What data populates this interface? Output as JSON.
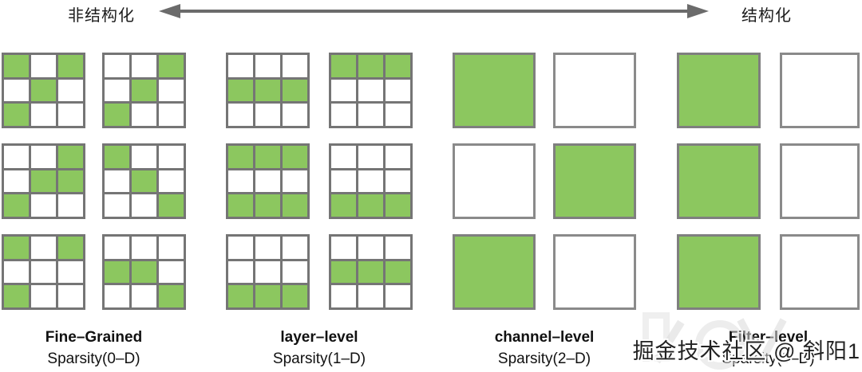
{
  "header": {
    "left_label": "非结构化",
    "right_label": "结构化"
  },
  "colors": {
    "green": "#8CC75F",
    "grid_line": "#757575",
    "solid_border": "#8a8a8a",
    "arrow": "#6b6b6b",
    "watermark_text": "#222222"
  },
  "groups": [
    {
      "name": "fine-grained",
      "label_line1": "Fine–Grained",
      "label_line2": "Sparsity(0–D)",
      "grid_style": "cells",
      "grids": [
        {
          "cells": [
            [
              1,
              0,
              1
            ],
            [
              0,
              1,
              0
            ],
            [
              1,
              0,
              0
            ]
          ]
        },
        {
          "cells": [
            [
              0,
              0,
              1
            ],
            [
              0,
              1,
              0
            ],
            [
              1,
              0,
              0
            ]
          ]
        },
        {
          "cells": [
            [
              0,
              0,
              1
            ],
            [
              0,
              1,
              1
            ],
            [
              1,
              0,
              0
            ]
          ]
        },
        {
          "cells": [
            [
              1,
              0,
              0
            ],
            [
              0,
              1,
              0
            ],
            [
              0,
              0,
              1
            ]
          ]
        },
        {
          "cells": [
            [
              1,
              0,
              1
            ],
            [
              0,
              0,
              0
            ],
            [
              1,
              0,
              0
            ]
          ]
        },
        {
          "cells": [
            [
              0,
              0,
              0
            ],
            [
              1,
              1,
              0
            ],
            [
              0,
              0,
              1
            ]
          ]
        }
      ]
    },
    {
      "name": "layer-level",
      "label_line1": "layer–level",
      "label_line2": "Sparsity(1–D)",
      "grid_style": "cells",
      "grids": [
        {
          "cells": [
            [
              0,
              0,
              0
            ],
            [
              1,
              1,
              1
            ],
            [
              0,
              0,
              0
            ]
          ]
        },
        {
          "cells": [
            [
              1,
              1,
              1
            ],
            [
              0,
              0,
              0
            ],
            [
              0,
              0,
              0
            ]
          ]
        },
        {
          "cells": [
            [
              1,
              1,
              1
            ],
            [
              0,
              0,
              0
            ],
            [
              1,
              1,
              1
            ]
          ]
        },
        {
          "cells": [
            [
              0,
              0,
              0
            ],
            [
              0,
              0,
              0
            ],
            [
              1,
              1,
              1
            ]
          ]
        },
        {
          "cells": [
            [
              0,
              0,
              0
            ],
            [
              0,
              0,
              0
            ],
            [
              1,
              1,
              1
            ]
          ]
        },
        {
          "cells": [
            [
              0,
              0,
              0
            ],
            [
              1,
              1,
              1
            ],
            [
              0,
              0,
              0
            ]
          ]
        }
      ]
    },
    {
      "name": "channel-level",
      "label_line1": "channel–level",
      "label_line2": "Sparsity(2–D)",
      "grid_style": "solid",
      "grids": [
        {
          "solid": 1
        },
        {
          "solid": 0
        },
        {
          "solid": 0
        },
        {
          "solid": 1
        },
        {
          "solid": 1
        },
        {
          "solid": 0
        }
      ]
    },
    {
      "name": "filter-level",
      "label_line1": "Filter–level",
      "label_line2": "Sparsity(3–D)",
      "grid_style": "solid",
      "grids": [
        {
          "solid": 1
        },
        {
          "solid": 0
        },
        {
          "solid": 1
        },
        {
          "solid": 0
        },
        {
          "solid": 1
        },
        {
          "solid": 0
        }
      ]
    }
  ],
  "watermark": {
    "text": "掘金技术社区 @ 斜阳1"
  }
}
